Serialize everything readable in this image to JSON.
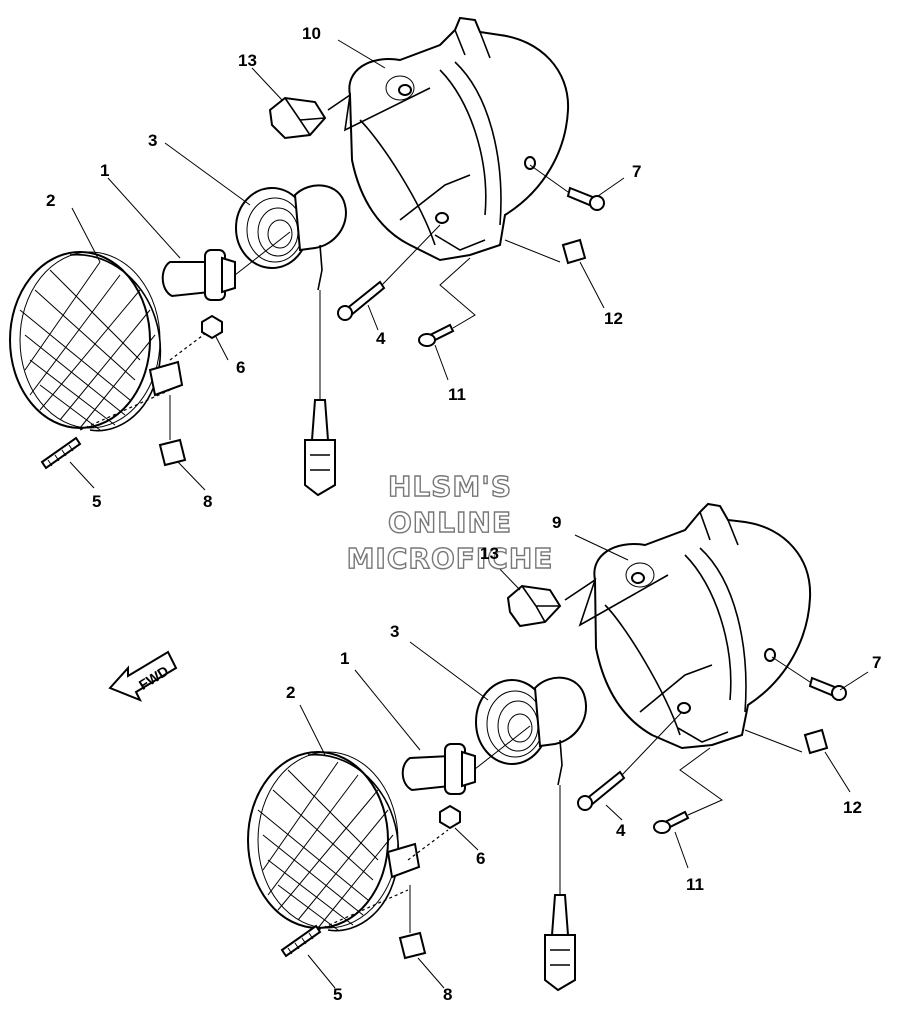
{
  "watermark": {
    "line1": "HLSM'S",
    "line2": "ONLINE",
    "line3": "MICROFICHE"
  },
  "direction_label": "FWD",
  "callouts_upper": [
    {
      "id": "c-u-1",
      "label": "1"
    },
    {
      "id": "c-u-2",
      "label": "2"
    },
    {
      "id": "c-u-3",
      "label": "3"
    },
    {
      "id": "c-u-4",
      "label": "4"
    },
    {
      "id": "c-u-5",
      "label": "5"
    },
    {
      "id": "c-u-6",
      "label": "6"
    },
    {
      "id": "c-u-7",
      "label": "7"
    },
    {
      "id": "c-u-8",
      "label": "8"
    },
    {
      "id": "c-u-10",
      "label": "10"
    },
    {
      "id": "c-u-11",
      "label": "11"
    },
    {
      "id": "c-u-12",
      "label": "12"
    },
    {
      "id": "c-u-13",
      "label": "13"
    }
  ],
  "callouts_lower": [
    {
      "id": "c-l-1",
      "label": "1"
    },
    {
      "id": "c-l-2",
      "label": "2"
    },
    {
      "id": "c-l-3",
      "label": "3"
    },
    {
      "id": "c-l-4",
      "label": "4"
    },
    {
      "id": "c-l-5",
      "label": "5"
    },
    {
      "id": "c-l-6",
      "label": "6"
    },
    {
      "id": "c-l-7",
      "label": "7"
    },
    {
      "id": "c-l-8",
      "label": "8"
    },
    {
      "id": "c-l-9",
      "label": "9"
    },
    {
      "id": "c-l-11",
      "label": "11"
    },
    {
      "id": "c-l-12",
      "label": "12"
    },
    {
      "id": "c-l-13",
      "label": "13"
    }
  ]
}
